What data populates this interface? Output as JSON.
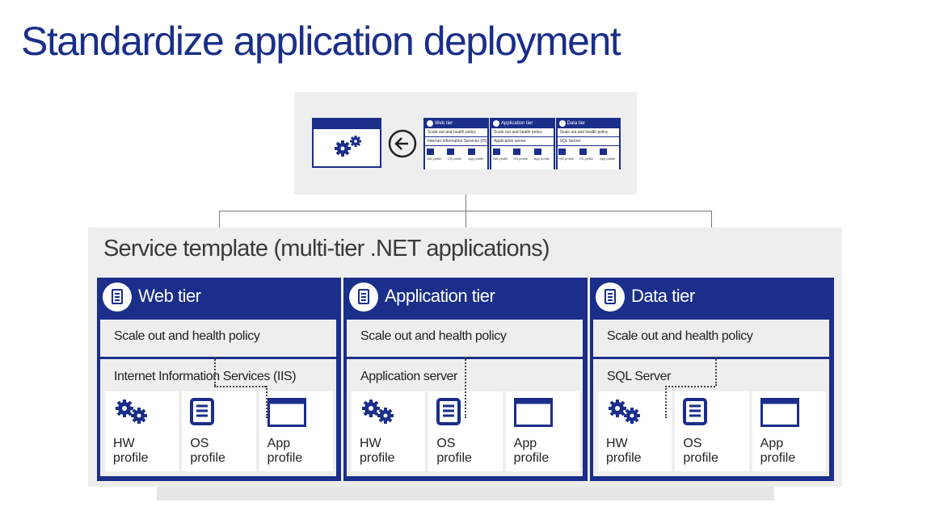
{
  "slide": {
    "title": "Standardize application deployment"
  },
  "library": {
    "mini_tiers": [
      {
        "name": "Web tier",
        "policy": "Scale out and health policy",
        "platform": "Internet Information Services (IIS)",
        "profiles": [
          "HW profile",
          "OS profile",
          "App profile"
        ]
      },
      {
        "name": "Application tier",
        "policy": "Scale out and health policy",
        "platform": "Application server",
        "profiles": [
          "HW profile",
          "OS profile",
          "App profile"
        ]
      },
      {
        "name": "Data tier",
        "policy": "Scale out and health policy",
        "platform": "SQL Server",
        "profiles": [
          "HW profile",
          "OS profile",
          "App profile"
        ]
      }
    ]
  },
  "service_template": {
    "title": "Service template (multi-tier .NET applications)",
    "tiers": [
      {
        "name": "Web tier",
        "policy": "Scale out and health policy",
        "platform": "Internet Information Services (IIS)",
        "profiles": [
          "HW\nprofile",
          "OS\nprofile",
          "App\nprofile"
        ]
      },
      {
        "name": "Application tier",
        "policy": "Scale out and health policy",
        "platform": "Application server",
        "profiles": [
          "HW\nprofile",
          "OS\nprofile",
          "App\nprofile"
        ]
      },
      {
        "name": "Data tier",
        "policy": "Scale out and health policy",
        "platform": "SQL Server",
        "profiles": [
          "HW\nprofile",
          "OS\nprofile",
          "App\nprofile"
        ]
      }
    ]
  },
  "colors": {
    "accent": "#1a2e8a",
    "panel": "#eeeeee",
    "connector": "#7a7a7a"
  },
  "icons": {
    "hw": "gears-icon",
    "os": "document-icon",
    "app": "window-icon",
    "library_arrow": "arrow-left-circle-icon"
  }
}
